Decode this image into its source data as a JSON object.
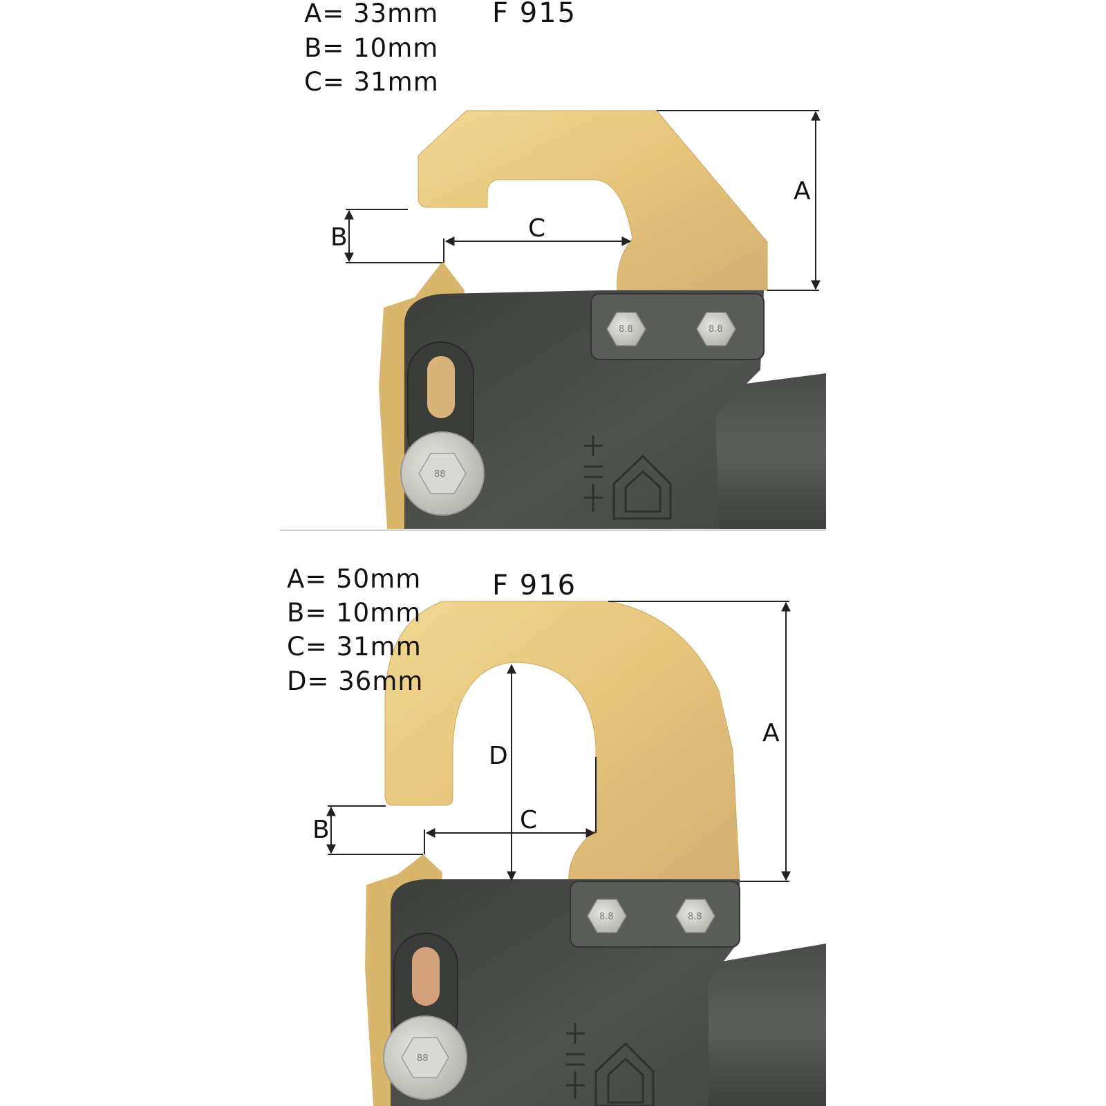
{
  "panels": [
    {
      "code": "F 915",
      "specs": [
        "A= 33mm",
        "B= 10mm",
        "C= 31mm"
      ],
      "dimension_labels": {
        "a": "A",
        "b": "B",
        "c": "C"
      },
      "bolt_marks": [
        "88",
        "8.8"
      ]
    },
    {
      "code": "F 916",
      "specs": [
        "A= 50mm",
        "B= 10mm",
        "C= 31mm",
        "D= 36mm"
      ],
      "dimension_labels": {
        "a": "A",
        "b": "B",
        "c": "C",
        "d": "D"
      },
      "bolt_marks": [
        "88",
        "8.8"
      ]
    }
  ],
  "colors": {
    "hook_plate": "#e8c878",
    "bracket": "#4a4c4a",
    "bolt": "#c8c8c4"
  }
}
